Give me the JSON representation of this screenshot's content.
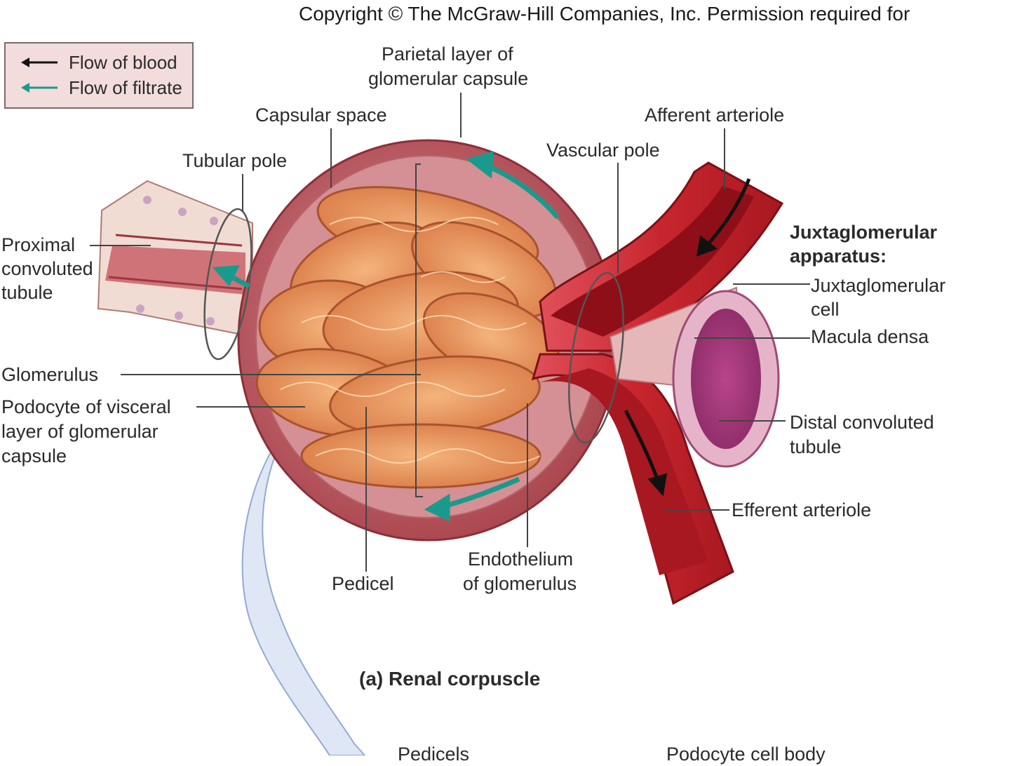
{
  "copyright": "Copyright © The McGraw-Hill Companies, Inc. Permission required for",
  "legend": {
    "blood": "Flow of blood",
    "filtrate": "Flow of filtrate"
  },
  "labels": {
    "parietal_1": "Parietal layer of",
    "parietal_2": "glomerular capsule",
    "capsular_space": "Capsular space",
    "afferent": "Afferent arteriole",
    "vascular_pole": "Vascular pole",
    "tubular_pole": "Tubular pole",
    "proximal_1": "Proximal",
    "proximal_2": "convoluted",
    "proximal_3": "tubule",
    "jga_1": "Juxtaglomerular",
    "jga_2": "apparatus:",
    "jg_cell_1": "Juxtaglomerular",
    "jg_cell_2": "cell",
    "macula": "Macula densa",
    "glomerulus": "Glomerulus",
    "podocyte_1": "Podocyte of visceral",
    "podocyte_2": "layer of glomerular",
    "podocyte_3": "capsule",
    "distal_1": "Distal convoluted",
    "distal_2": "tubule",
    "efferent": "Efferent arteriole",
    "pedicel": "Pedicel",
    "endo_1": "Endothelium",
    "endo_2": "of glomerulus",
    "pedicels_bottom": "Pedicels",
    "podocyte_body": "Podocyte cell body"
  },
  "caption": "(a) Renal corpuscle",
  "colors": {
    "capsule": "#b5505a",
    "glomerulus": "#e89a5e",
    "artery": "#c8262e",
    "lumen": "#8e0f18",
    "tubule": "#e6b4b4",
    "distal": "#a8357a",
    "filtrate_arrow": "#1a9a8c",
    "blood_arrow": "#111111",
    "zoom_arrow": "#b8c8e8"
  }
}
